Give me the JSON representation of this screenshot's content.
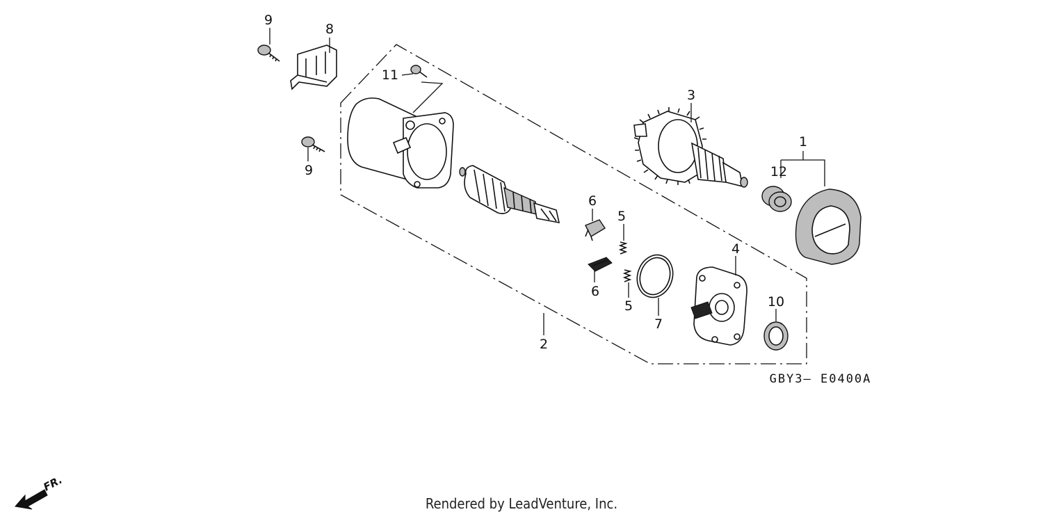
{
  "diagram": {
    "callouts": [
      {
        "id": "1",
        "label": "1"
      },
      {
        "id": "2",
        "label": "2"
      },
      {
        "id": "3",
        "label": "3"
      },
      {
        "id": "4",
        "label": "4"
      },
      {
        "id": "5a",
        "label": "5"
      },
      {
        "id": "5b",
        "label": "5"
      },
      {
        "id": "6a",
        "label": "6"
      },
      {
        "id": "6b",
        "label": "6"
      },
      {
        "id": "7",
        "label": "7"
      },
      {
        "id": "8",
        "label": "8"
      },
      {
        "id": "9a",
        "label": "9"
      },
      {
        "id": "9b",
        "label": "9"
      },
      {
        "id": "10",
        "label": "10"
      },
      {
        "id": "11",
        "label": "11"
      },
      {
        "id": "12",
        "label": "12"
      }
    ],
    "diagram_code": "GBY3– E0400A",
    "direction_label": "FR.",
    "footer": "Rendered by LeadVenture, Inc."
  }
}
